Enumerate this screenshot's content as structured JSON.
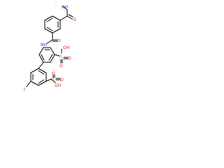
{
  "molecule": {
    "atoms": {
      "nh_top": "NH",
      "dot_top": "·",
      "o_top": "O",
      "o_mid": "O",
      "nh_mid": "NH",
      "oh_sulfo_a": "OH",
      "s_sulfo_a": "S",
      "o_sulfo_a1": "O",
      "o_sulfo_a2": "O",
      "o_sulfo_b1": "O",
      "s_sulfo_b": "S",
      "o_sulfo_b2": "O",
      "oh_sulfo_b": "OH",
      "i_bottom": "I"
    },
    "colors": {
      "bond": "#000000",
      "nitrogen": "#2b3bd6",
      "oxygen": "#e02020",
      "sulfur": "#b8a000",
      "iodine": "#7a1f9a"
    }
  }
}
